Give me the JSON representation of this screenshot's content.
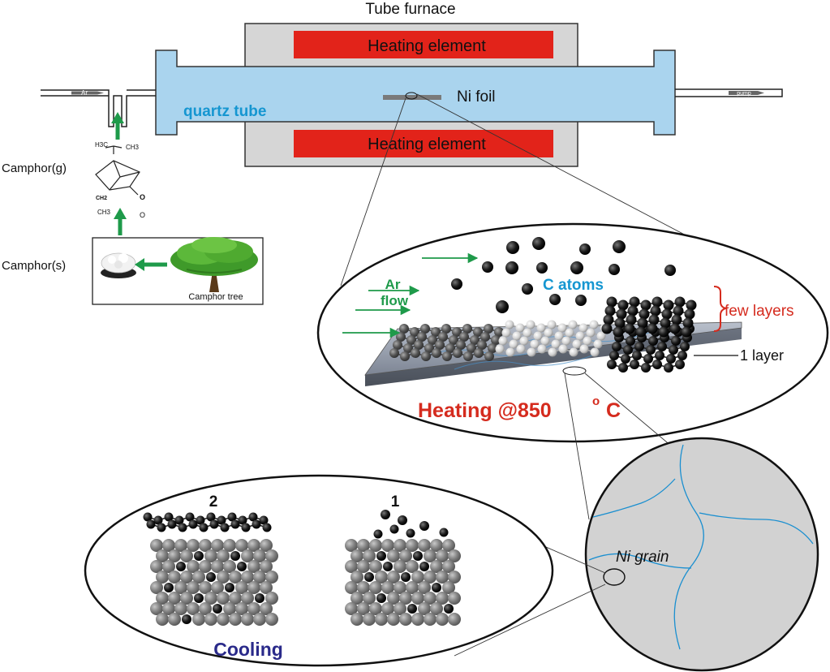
{
  "furnace": {
    "title": "Tube furnace",
    "heating_top": "Heating element",
    "heating_bottom": "Heating element",
    "quartz_tube": "quartz tube",
    "ni_foil": "Ni foil",
    "ar_inlet": "Ar",
    "pump": "pump"
  },
  "camphor": {
    "gas_label": "Camphor(g)",
    "solid_label": "Camphor(s)",
    "tree_label": "Camphor tree",
    "molecule": {
      "h3c": "H3C",
      "ch3_top": "CH3",
      "ch2": "CH2",
      "o_bond": "O",
      "ch3_bottom": "CH3",
      "o_bottom": "O"
    }
  },
  "heating_zoom": {
    "ar_flow_1": "Ar",
    "ar_flow_2": "flow",
    "c_atoms": "C atoms",
    "few_layers": "few layers",
    "one_layer": "1 layer",
    "caption": "Heating @850",
    "unit_sup": "o",
    "unit": "C"
  },
  "grain_zoom": {
    "label": "Ni grain"
  },
  "cooling_zoom": {
    "stage_2": "2",
    "stage_1": "1",
    "caption": "Cooling"
  },
  "colors": {
    "heater": "#e2231a",
    "furnace": "#d6d6d6",
    "tube": "#aad4ee",
    "arrow_green": "#1e9a4a",
    "label_blue": "#1596d1",
    "caption_red": "#d52b1e",
    "cooling_blue": "#2a2a8a"
  }
}
